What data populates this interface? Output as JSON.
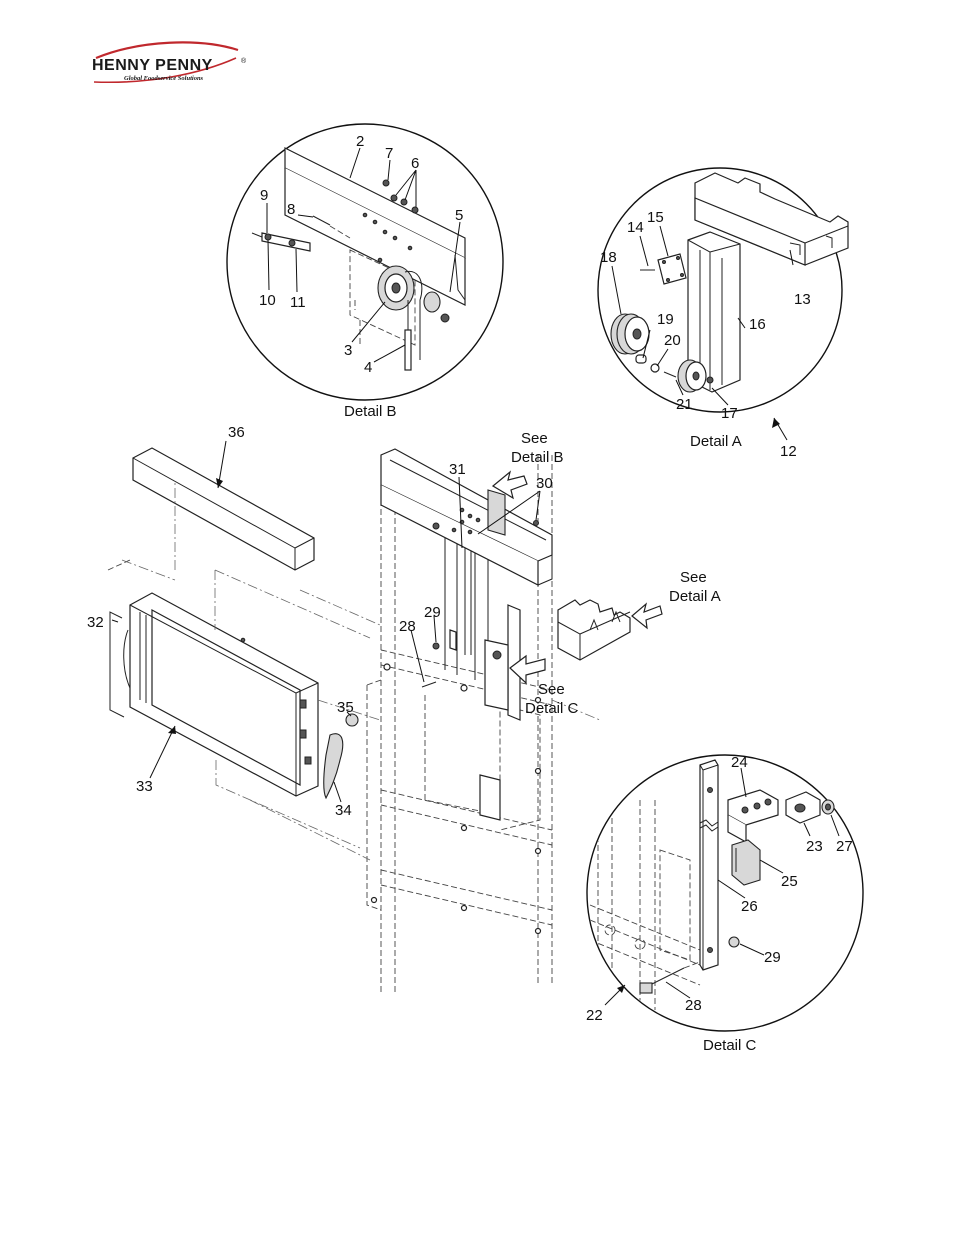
{
  "logo": {
    "brand": "HENNY PENNY",
    "registered": "®",
    "tagline": "Global Foodservice Solutions"
  },
  "details": {
    "a": {
      "caption": "Detail A"
    },
    "b": {
      "caption": "Detail B"
    },
    "c": {
      "caption": "Detail C"
    }
  },
  "callouts": {
    "see_b": [
      "See",
      "Detail B"
    ],
    "see_a": [
      "See",
      "Detail A"
    ],
    "see_c": [
      "See",
      "Detail C"
    ]
  },
  "part_numbers": {
    "p2": "2",
    "p3": "3",
    "p4": "4",
    "p5": "5",
    "p6": "6",
    "p7": "7",
    "p8": "8",
    "p9": "9",
    "p10": "10",
    "p11": "11",
    "p12": "12",
    "p13": "13",
    "p14": "14",
    "p15": "15",
    "p16": "16",
    "p17": "17",
    "p18": "18",
    "p19": "19",
    "p20": "20",
    "p21": "21",
    "p22": "22",
    "p23": "23",
    "p24": "24",
    "p25": "25",
    "p26": "26",
    "p27": "27",
    "p28": "28",
    "p29": "29",
    "p28b": "28",
    "p29b": "29",
    "p30": "30",
    "p31": "31",
    "p32": "32",
    "p33": "33",
    "p34": "34",
    "p35": "35",
    "p36": "36"
  }
}
